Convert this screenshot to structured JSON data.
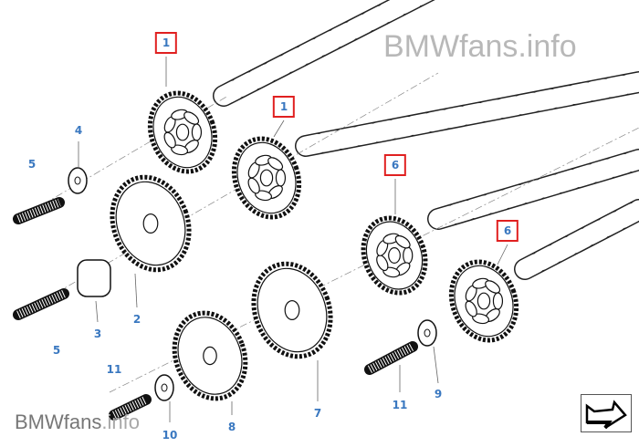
{
  "watermark_top": "BMWfans.info",
  "watermark_bottom": {
    "brand": "BMWfans",
    "suffix": ".info"
  },
  "callouts": [
    {
      "id": "1a",
      "text": "1",
      "highlighted": true
    },
    {
      "id": "1b",
      "text": "1",
      "highlighted": true
    },
    {
      "id": "6a",
      "text": "6",
      "highlighted": true
    },
    {
      "id": "6b",
      "text": "6",
      "highlighted": true
    },
    {
      "id": "4",
      "text": "4",
      "highlighted": false
    },
    {
      "id": "5a",
      "text": "5",
      "highlighted": false
    },
    {
      "id": "2",
      "text": "2",
      "highlighted": false
    },
    {
      "id": "3",
      "text": "3",
      "highlighted": false
    },
    {
      "id": "5b",
      "text": "5",
      "highlighted": false
    },
    {
      "id": "11a",
      "text": "11",
      "highlighted": false
    },
    {
      "id": "10",
      "text": "10",
      "highlighted": false
    },
    {
      "id": "8",
      "text": "8",
      "highlighted": false
    },
    {
      "id": "7",
      "text": "7",
      "highlighted": false
    },
    {
      "id": "11b",
      "text": "11",
      "highlighted": false
    },
    {
      "id": "9",
      "text": "9",
      "highlighted": false
    }
  ],
  "colors": {
    "callout_text": "#3a78c0",
    "highlight_box": "#e02020"
  }
}
